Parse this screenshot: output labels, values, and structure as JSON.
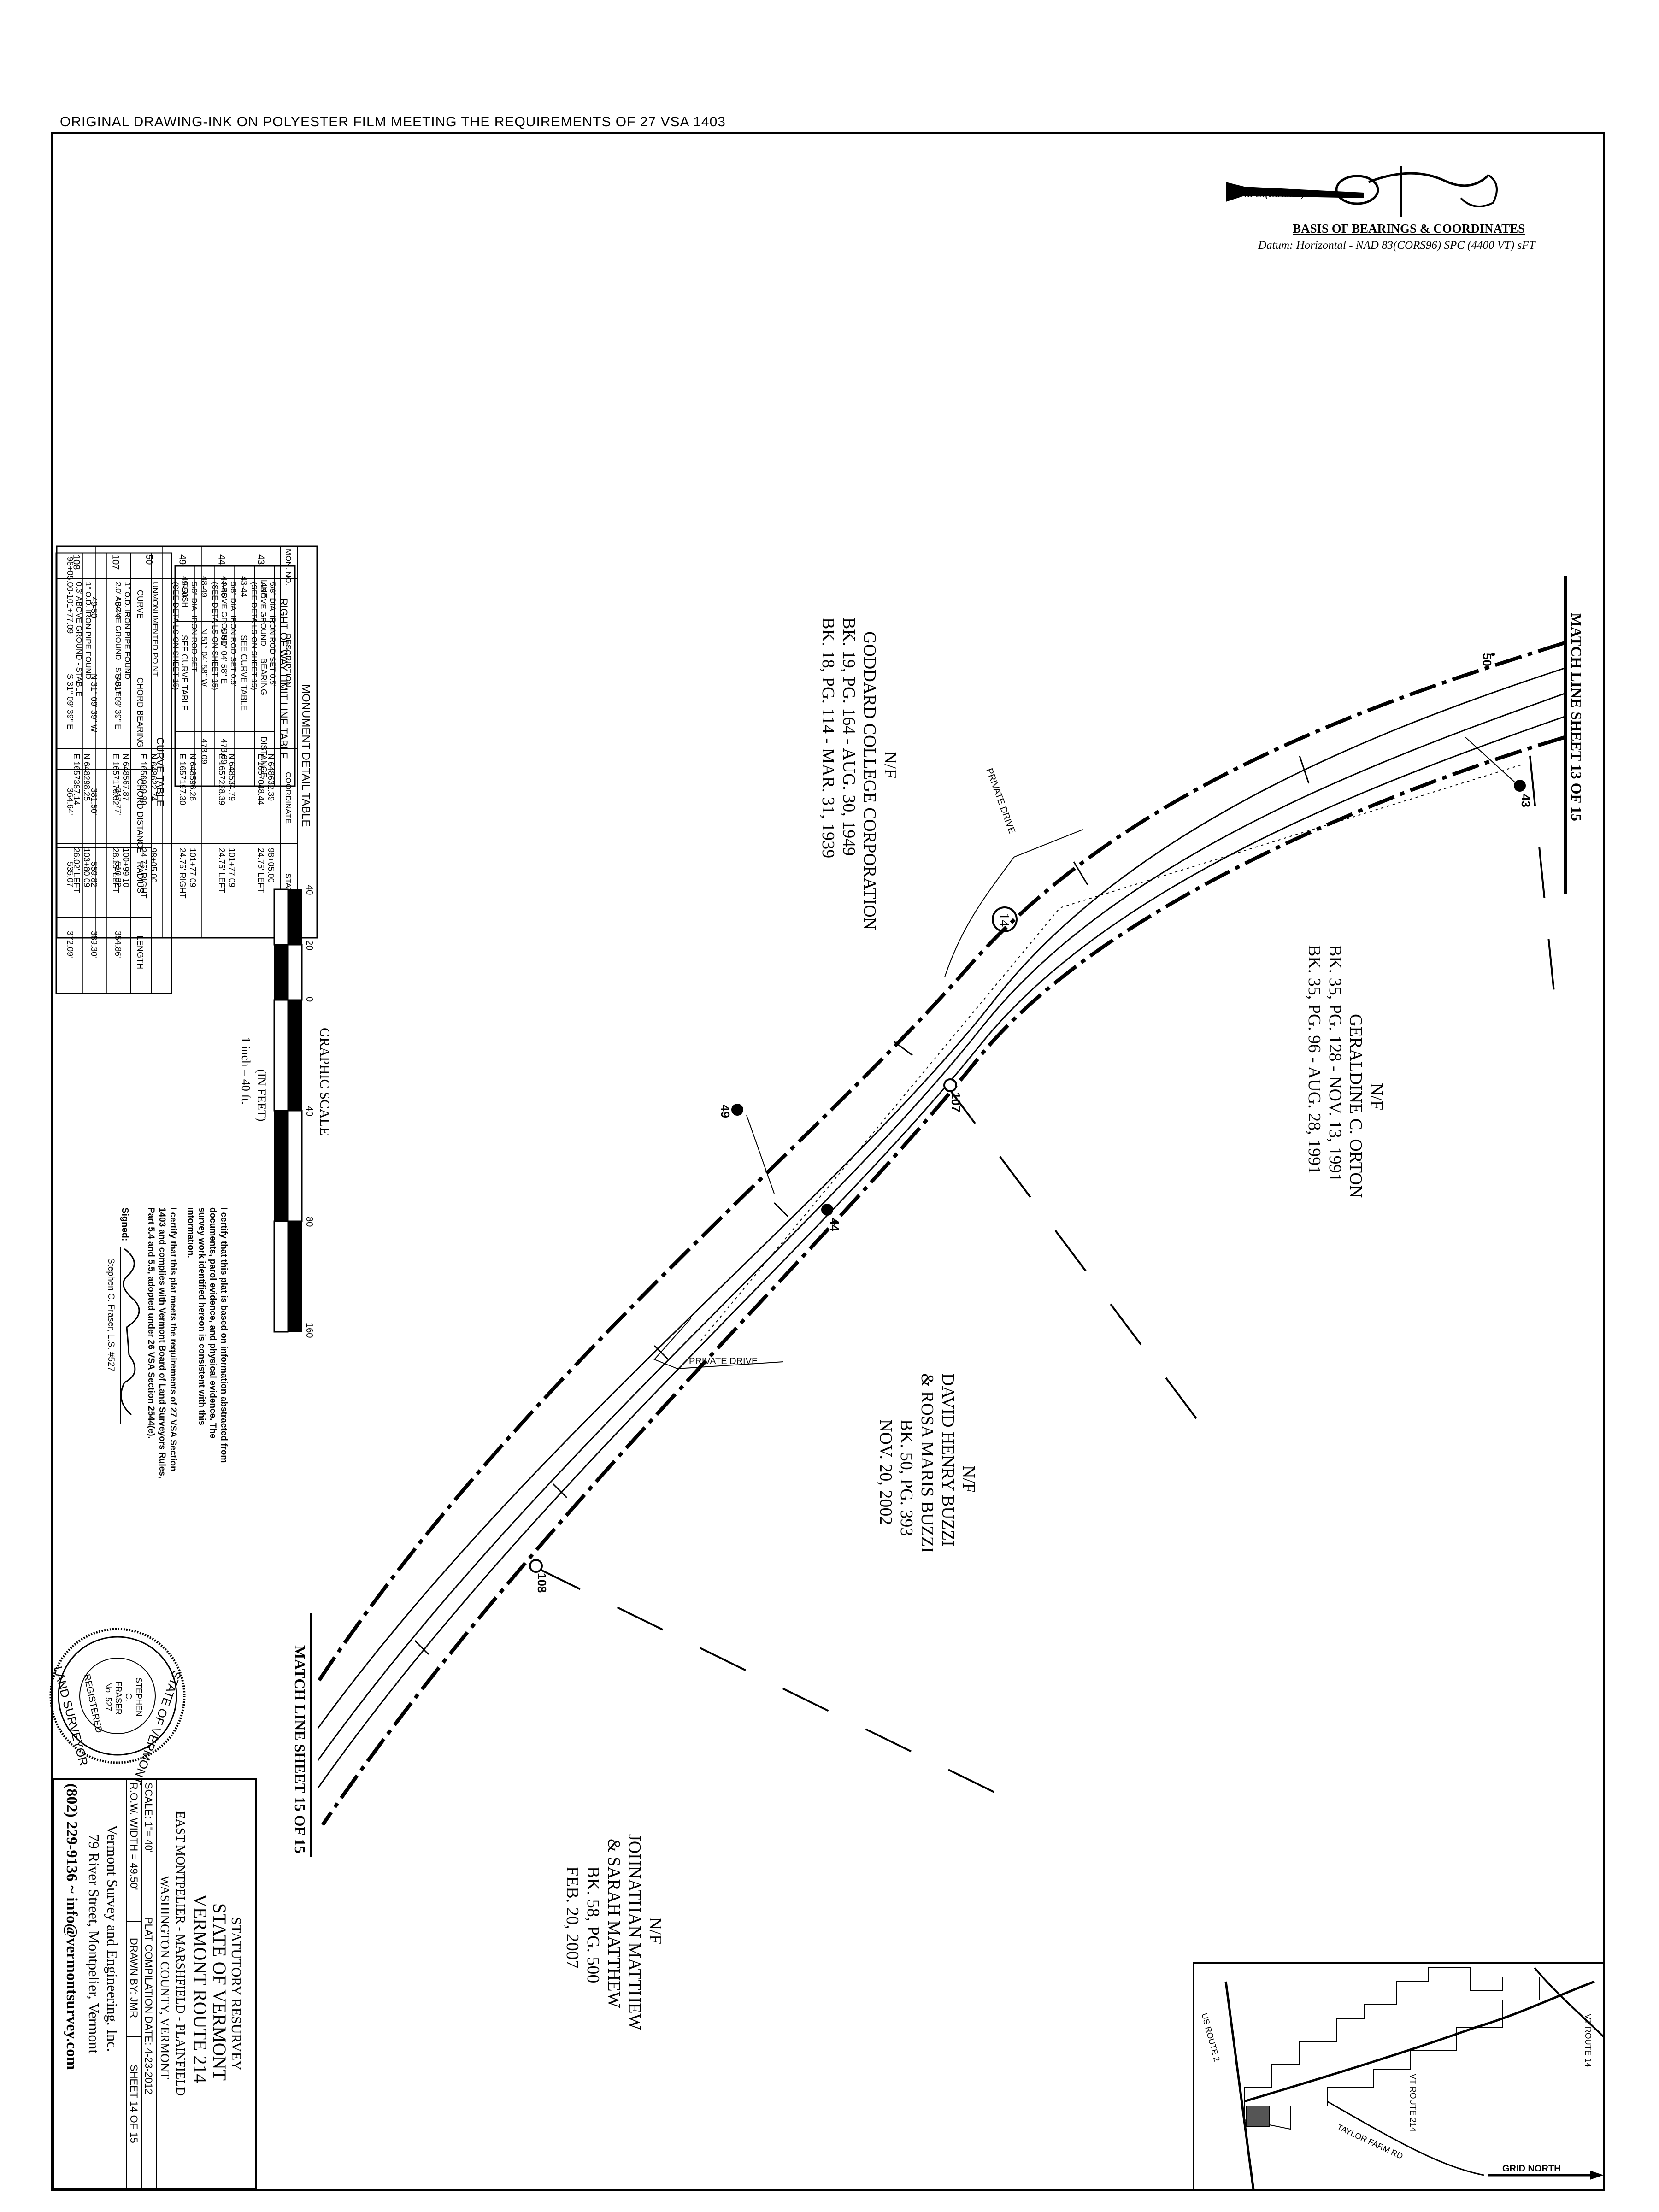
{
  "header_note": "ORIGINAL DRAWING-INK ON POLYESTER FILM MEETING THE REQUIREMENTS OF 27 VSA 1403",
  "basis": {
    "north_arrow_label": "NAD 83(CORS96)",
    "title": "BASIS OF BEARINGS & COORDINATES",
    "datum": "Datum: Horizontal - NAD 83(CORS96) SPC (4400 VT) sFT"
  },
  "monument_table": {
    "title": "MONUMENT DETAIL TABLE",
    "headers": [
      "MON. NO.",
      "DESCRIPTION",
      "COORDINATE",
      "STATION"
    ],
    "rows": [
      {
        "no": "43",
        "desc": [
          "5/8\" DIA. IRON ROD SET 0.5'",
          "ABOVE GROUND",
          "(SEE DETAILS ON SHEET 15)"
        ],
        "coord": [
          "N 648632.39",
          "E 1657048.44"
        ],
        "station": [
          "98+05.00",
          "24.75' LEFT"
        ]
      },
      {
        "no": "44",
        "desc": [
          "5/8\" DIA. IRON ROD SET 0.5'",
          "ABOVE GROUND",
          "(SEE DETAILS ON SHEET 15)"
        ],
        "coord": [
          "N 648534.79",
          "E 1657228.39"
        ],
        "station": [
          "101+77.09",
          "24.75' LEFT"
        ]
      },
      {
        "no": "49",
        "desc": [
          "5/8\" DIA. IRON ROD SET",
          "FLUSH",
          "(SEE DETAILS ON SHEET 15)"
        ],
        "coord": [
          "N 648596.28",
          "E 1657197.30"
        ],
        "station": [
          "101+77.09",
          "24.75' RIGHT"
        ]
      },
      {
        "no": "50",
        "desc": [
          "UNMONUMENTED POINT"
        ],
        "coord": [
          "N 648622.74",
          "E 1656999.89"
        ],
        "station": [
          "98+05.00",
          "24.75' RIGHT"
        ]
      },
      {
        "no": "107",
        "desc": [
          "1\" O.D. IRON PIPE FOUND",
          "2.0' ABOVE GROUND - STABLE"
        ],
        "coord": [
          "N 648567.87",
          "E 1657176.62"
        ],
        "station": [
          "100+99.10",
          "28.15' LEFT"
        ]
      },
      {
        "no": "108",
        "desc": [
          "1\" O.D. IRON PIPE FOUND",
          "0.3' ABOVE GROUND - STABLE"
        ],
        "coord": [
          "N 648298.25",
          "E 1657387.14"
        ],
        "station": [
          "103+80.09",
          "26.02' LEFT"
        ]
      }
    ]
  },
  "row_table": {
    "title": "RIGHT OF WAY LIMIT LINE TABLE",
    "headers": [
      "LINE",
      "BEARING",
      "DISTANCE"
    ],
    "rows": [
      [
        "43-44",
        "SEE CURVE TABLE",
        ""
      ],
      [
        "44-45",
        "S 51° 04' 58\" E",
        "473.09'"
      ],
      [
        "48-49",
        "N 51° 04' 58\" W",
        "473.09'"
      ],
      [
        "49-50",
        "SEE CURVE TABLE",
        ""
      ]
    ]
  },
  "curve_table": {
    "title": "CURVE TABLE",
    "headers": [
      "CURVE",
      "CHORD BEARING",
      "CHORD DISTANCE",
      "RADIUS",
      "LENGTH"
    ],
    "rows": [
      [
        "43-44",
        "S 31° 09' 39\" E",
        "347.77'",
        "510.32'",
        "354.86'"
      ],
      [
        "49-50",
        "N 31° 09' 39\" W",
        "381.50'",
        "559.82'",
        "389.30'"
      ],
      [
        "98+05.00-101+77.09",
        "S 31° 09' 39\" E",
        "364.64'",
        "535.07'",
        "372.09'"
      ]
    ]
  },
  "graphic_scale": {
    "title": "GRAPHIC SCALE",
    "unit": "(IN FEET)",
    "ratio": "1 inch = 40 ft.",
    "ticks": [
      "40",
      "20",
      "0",
      "40",
      "80",
      "160"
    ]
  },
  "certification": {
    "p1": [
      "I certify that this plat is based on information abstracted from",
      "documents, parol evidence, and physical evidence. The",
      "survey work identified hereon is consistent with this",
      "information."
    ],
    "p2": [
      "I certify that this plat meets the requirements of 27 VSA Section",
      "1403 and complies with Vermont Board of Land Surveyors Rules,",
      "Part 5.4 and 5.5, adopted under 26 VSA Section 2544(e)."
    ],
    "signed": "Signed:",
    "signer": "Stephen C. Fraser, L.S. #527"
  },
  "seal": {
    "outer": "STATE OF VERMONT",
    "bottom": "LAND SURVEYOR",
    "name": [
      "STEPHEN",
      "C.",
      "FRASER",
      "No. 527"
    ],
    "registered": "REGISTERED"
  },
  "title_block": {
    "lines": [
      "STATUTORY RESURVEY",
      "STATE OF VERMONT",
      "VERMONT ROUTE 214",
      "EAST MONTPELIER - MARSHFIELD - PLAINFIELD",
      "WASHINGTON COUNTY, VERMONT"
    ],
    "row1": [
      "SCALE: 1\"= 40'",
      "PLAT COMPILATION DATE: 4-23-2012"
    ],
    "row2": [
      "R.O.W. WIDTH = 49.50'",
      "DRAWN BY: JMR",
      "SHEET 14 OF 15"
    ],
    "firm": [
      "Vermont Survey and Engineering, Inc.",
      "79 River Street, Montpelier, Vermont",
      "(802) 229-9136 ~ info@vermontsurvey.com"
    ]
  },
  "owners": {
    "goddard": [
      "N/F",
      "GODDARD COLLEGE CORPORATION",
      "BK. 19, PG. 164 - AUG. 30, 1949",
      "BK. 18, PG. 114 - MAR. 31, 1939"
    ],
    "orton": [
      "N/F",
      "GERALDINE C. ORTON",
      "BK. 35, PG. 128 - NOV. 13, 1991",
      "BK. 35, PG. 96 - AUG. 28, 1991"
    ],
    "buzzi": [
      "N/F",
      "DAVID HENRY BUZZI",
      "& ROSA MARIS BUZZI",
      "BK. 50, PG. 393",
      "NOV. 20, 2002"
    ],
    "matthew": [
      "N/F",
      "JOHNATHAN MATTHEW",
      "& SARAH MATTHEW",
      "BK. 58, PG. 500",
      "FEB. 20, 2007"
    ]
  },
  "plan": {
    "match_top": "MATCH LINE SHEET 13 OF 15",
    "match_bottom": "MATCH LINE SHEET 15 OF 15",
    "private_drive": "PRIVATE DRIVE",
    "sheet_ref": "14",
    "monuments": [
      "50",
      "43",
      "49",
      "44",
      "107",
      "108"
    ]
  },
  "locator": {
    "us2": "US ROUTE 2",
    "vt14": "VT ROUTE 14",
    "vt214": "VT ROUTE 214",
    "taylor": "TAYLOR FARM RD",
    "north": "GRID NORTH"
  }
}
